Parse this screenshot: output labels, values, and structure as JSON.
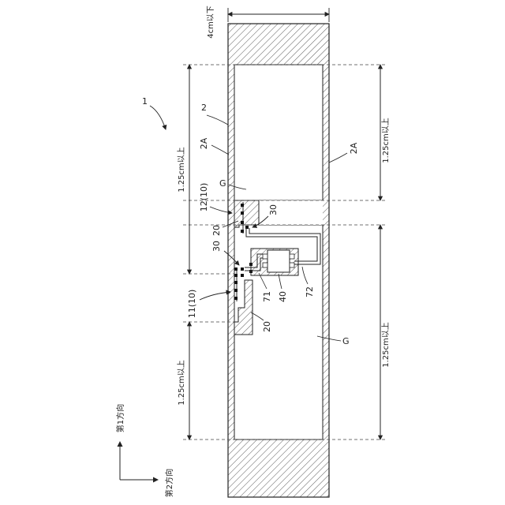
{
  "figure": {
    "ref_device": "1",
    "ref_substrate": "2",
    "ref_face_left": "2A",
    "ref_face_right": "2A",
    "ref_ground_upper": "G",
    "ref_ground_lower": "G",
    "ref_antenna_upper": "12(10)",
    "ref_antenna_lower": "11(10)",
    "ref_feed_upper": "20",
    "ref_feed_lower": "20",
    "ref_chip_upper": "30",
    "ref_chip_lower": "30",
    "ref_ic": "40",
    "ref_line_71": "71",
    "ref_line_72": "72",
    "dim_width": "4cm以下",
    "dim_left_upper": "1.25cm以上",
    "dim_left_lower": "1.25cm以上",
    "dim_right_upper": "1.25cm以上",
    "dim_right_lower": "1.25cm以上",
    "axis_first": "第1方向",
    "axis_second": "第2方向"
  }
}
